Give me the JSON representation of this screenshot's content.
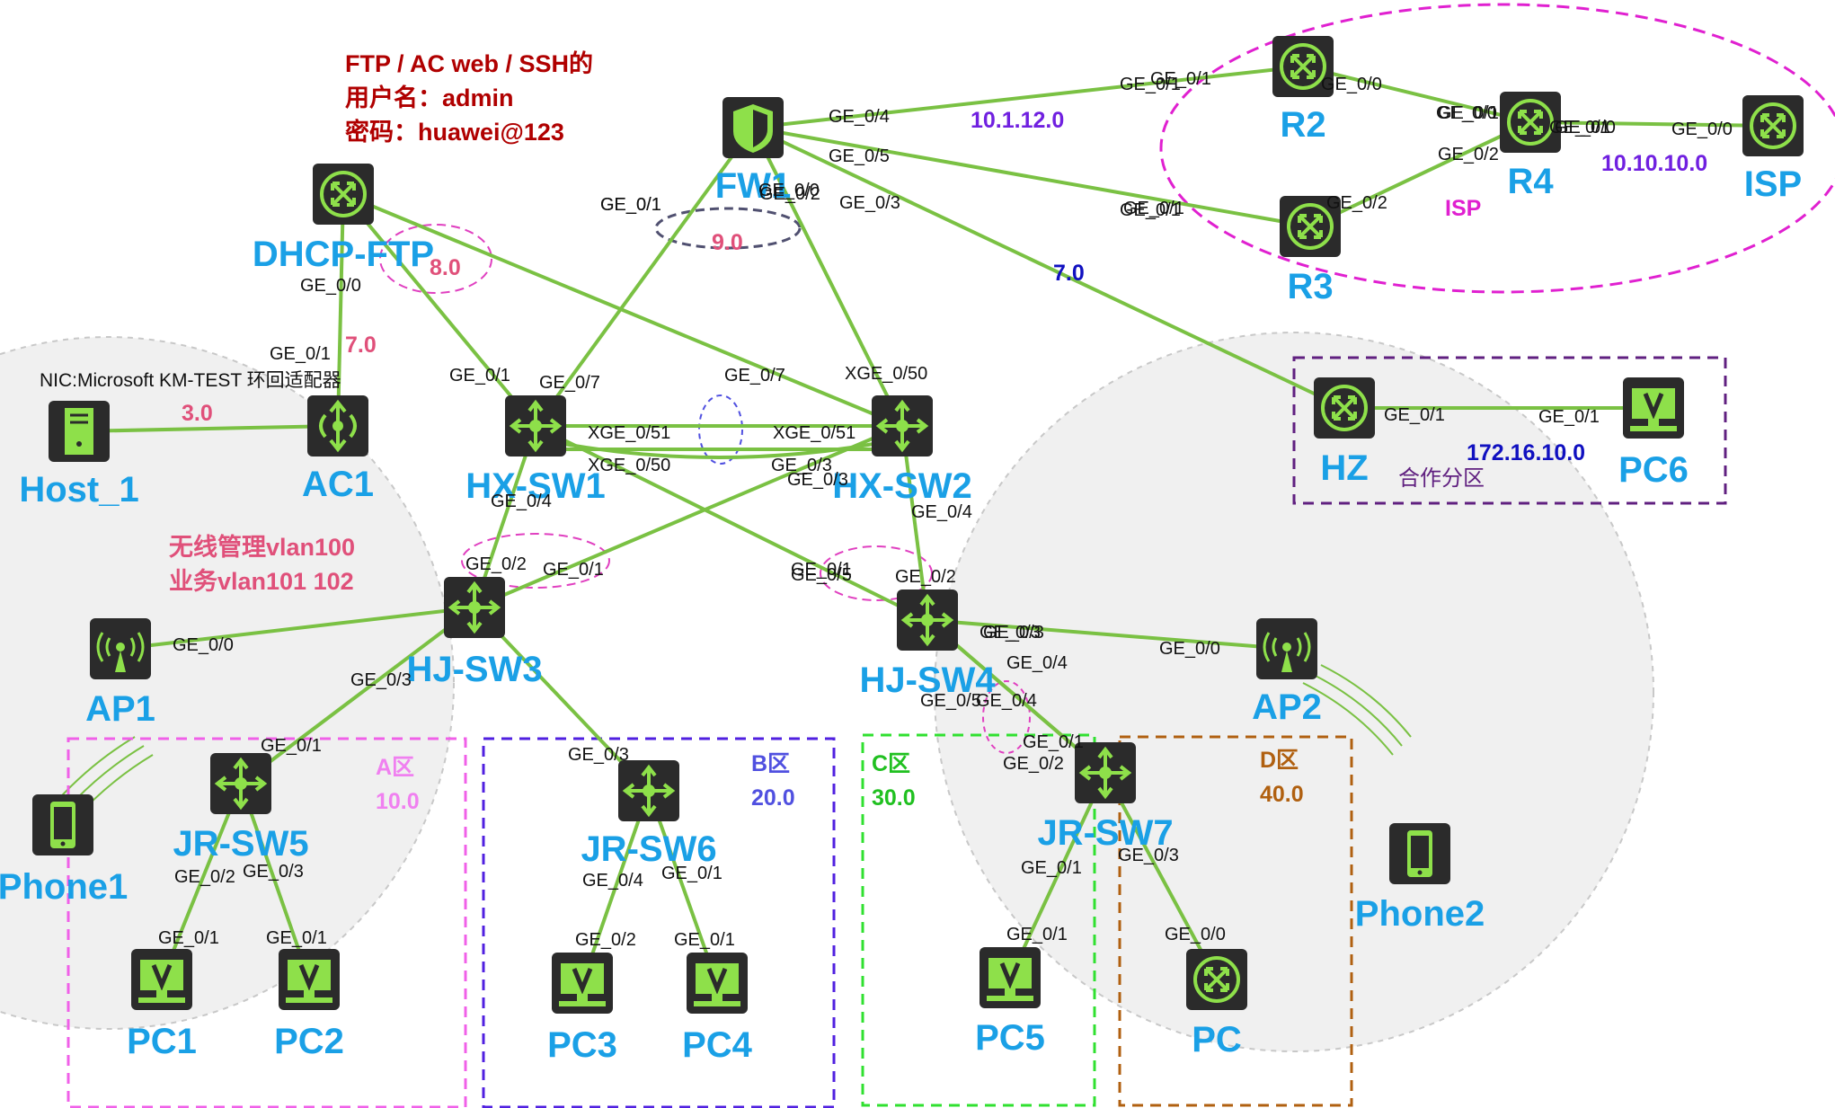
{
  "colors": {
    "link": "#7ac143",
    "device_bg": "#2b2b2b",
    "device_fg": "#8ee04a",
    "device_label": "#1aa0e6",
    "isp_ellipse": "#e020d0",
    "zone_a": "#f060e8",
    "zone_b": "#5020e0",
    "zone_c": "#30e030",
    "zone_d": "#b06010",
    "zone_hz": "#602080",
    "note": "#b00000",
    "subnet_pink": "#e0507a",
    "subnet_blue": "#1010c0",
    "subnet_purple": "#7020e0"
  },
  "note": {
    "line1": "FTP / AC web / SSH的",
    "line2": "用户名：admin",
    "line3": "密码：huawei@123"
  },
  "wlan_note": {
    "line1": "无线管理vlan100",
    "line2": "业务vlan101 102"
  },
  "nic_label": "NIC:Microsoft KM-TEST 环回适配器",
  "devices": [
    {
      "id": "FW1",
      "label": "FW1",
      "icon": "firewall-icon"
    },
    {
      "id": "R2",
      "label": "R2",
      "icon": "router-icon"
    },
    {
      "id": "R3",
      "label": "R3",
      "icon": "router-icon"
    },
    {
      "id": "R4",
      "label": "R4",
      "icon": "router-icon"
    },
    {
      "id": "ISP",
      "label": "ISP",
      "icon": "router-icon"
    },
    {
      "id": "DHCP",
      "label": "DHCP-FTP",
      "icon": "router-icon"
    },
    {
      "id": "AC1",
      "label": "AC1",
      "icon": "access-controller-icon"
    },
    {
      "id": "Host1",
      "label": "Host_1",
      "icon": "server-icon"
    },
    {
      "id": "HXSW1",
      "label": "HX-SW1",
      "icon": "switch-icon"
    },
    {
      "id": "HXSW2",
      "label": "HX-SW2",
      "icon": "switch-icon"
    },
    {
      "id": "HJSW3",
      "label": "HJ-SW3",
      "icon": "switch-icon"
    },
    {
      "id": "HJSW4",
      "label": "HJ-SW4",
      "icon": "switch-icon"
    },
    {
      "id": "AP1",
      "label": "AP1",
      "icon": "access-point-icon"
    },
    {
      "id": "AP2",
      "label": "AP2",
      "icon": "access-point-icon"
    },
    {
      "id": "JRSW5",
      "label": "JR-SW5",
      "icon": "switch-icon"
    },
    {
      "id": "JRSW6",
      "label": "JR-SW6",
      "icon": "switch-icon"
    },
    {
      "id": "JRSW7",
      "label": "JR-SW7",
      "icon": "switch-icon"
    },
    {
      "id": "HZ",
      "label": "HZ",
      "icon": "router-icon"
    },
    {
      "id": "PC6",
      "label": "PC6",
      "icon": "pc-icon"
    },
    {
      "id": "PC1",
      "label": "PC1",
      "icon": "pc-icon"
    },
    {
      "id": "PC2",
      "label": "PC2",
      "icon": "pc-icon"
    },
    {
      "id": "PC3",
      "label": "PC3",
      "icon": "pc-icon"
    },
    {
      "id": "PC4",
      "label": "PC4",
      "icon": "pc-icon"
    },
    {
      "id": "PC5",
      "label": "PC5",
      "icon": "pc-icon"
    },
    {
      "id": "PC",
      "label": "PC",
      "icon": "router-icon"
    },
    {
      "id": "Phone1",
      "label": "Phone1",
      "icon": "phone-icon"
    },
    {
      "id": "Phone2",
      "label": "Phone2",
      "icon": "phone-icon"
    }
  ],
  "links": [
    {
      "a": "FW1",
      "b": "R2"
    },
    {
      "a": "FW1",
      "b": "R3"
    },
    {
      "a": "FW1",
      "b": "HZ"
    },
    {
      "a": "FW1",
      "b": "HXSW1"
    },
    {
      "a": "FW1",
      "b": "HXSW2"
    },
    {
      "a": "R2",
      "b": "R4"
    },
    {
      "a": "R3",
      "b": "R4"
    },
    {
      "a": "R4",
      "b": "ISP"
    },
    {
      "a": "DHCP",
      "b": "AC1"
    },
    {
      "a": "DHCP",
      "b": "HXSW1"
    },
    {
      "a": "DHCP",
      "b": "HXSW2"
    },
    {
      "a": "Host1",
      "b": "AC1"
    },
    {
      "a": "HXSW1",
      "b": "HXSW2"
    },
    {
      "a": "HXSW1",
      "b": "HJSW3"
    },
    {
      "a": "HXSW1",
      "b": "HJSW4"
    },
    {
      "a": "HXSW2",
      "b": "HJSW3"
    },
    {
      "a": "HXSW2",
      "b": "HJSW4"
    },
    {
      "a": "HJSW3",
      "b": "AP1"
    },
    {
      "a": "HJSW3",
      "b": "JRSW5"
    },
    {
      "a": "HJSW3",
      "b": "JRSW6"
    },
    {
      "a": "HJSW4",
      "b": "AP2"
    },
    {
      "a": "HJSW4",
      "b": "JRSW7"
    },
    {
      "a": "JRSW5",
      "b": "PC1"
    },
    {
      "a": "JRSW5",
      "b": "PC2"
    },
    {
      "a": "JRSW6",
      "b": "PC3"
    },
    {
      "a": "JRSW6",
      "b": "PC4"
    },
    {
      "a": "JRSW7",
      "b": "PC5"
    },
    {
      "a": "JRSW7",
      "b": "PC"
    },
    {
      "a": "HZ",
      "b": "PC6"
    }
  ],
  "ports": [
    "GE_0/1",
    "GE_0/0",
    "GE_0/1",
    "GE_0/2",
    "GE_0/0",
    "GE_0/4",
    "GE_0/5",
    "GE_0/1",
    "GE_0/2",
    "GE_0/3",
    "GE_0/1",
    "GE_0/0",
    "GE_0/0",
    "GE_0/2",
    "GE_0/0",
    "GE_0/1",
    "GE_0/1",
    "GE_0/1",
    "GE_0/1",
    "GE_0/0",
    "GE_0/1",
    "GE_0/7",
    "GE_0/1",
    "GE_0/7",
    "XGE_0/50",
    "XGE_0/51",
    "XGE_0/50",
    "XGE_0/51",
    "GE_0/3",
    "GE_0/4",
    "GE_0/3",
    "GE_0/4",
    "GE_0/1",
    "GE_0/2",
    "GE_0/1",
    "GE_0/2",
    "GE_0/5",
    "GE_0/3",
    "GE_0/4",
    "GE_0/5",
    "GE_0/3",
    "GE_0/4",
    "GE_0/0",
    "GE_0/0",
    "GE_0/3",
    "GE_0/1",
    "GE_0/2",
    "GE_0/3",
    "GE_0/1",
    "GE_0/1",
    "GE_0/1",
    "GE_0/2",
    "GE_0/3",
    "GE_0/1",
    "GE_0/1",
    "GE_0/3",
    "GE_0/4",
    "GE_0/1",
    "GE_0/2",
    "GE_0/1",
    "GE_0/0",
    "GE_0/1",
    "GE_0/1"
  ],
  "subnets": [
    {
      "text": "10.1.12.0",
      "color": "purple"
    },
    {
      "text": "10.10.10.0",
      "color": "purple"
    },
    {
      "text": "9.0",
      "color": "pink"
    },
    {
      "text": "8.0",
      "color": "pink"
    },
    {
      "text": "7.0",
      "color": "pink"
    },
    {
      "text": "7.0",
      "color": "blue"
    },
    {
      "text": "3.0",
      "color": "pink"
    },
    {
      "text": "172.16.10.0",
      "color": "blue"
    }
  ],
  "isp_label": "ISP",
  "hz_zone_label": "合作分区",
  "zones": [
    {
      "id": "A",
      "name": "A区",
      "net": "10.0"
    },
    {
      "id": "B",
      "name": "B区",
      "net": "20.0"
    },
    {
      "id": "C",
      "name": "C区",
      "net": "30.0"
    },
    {
      "id": "D",
      "name": "D区",
      "net": "40.0"
    }
  ]
}
